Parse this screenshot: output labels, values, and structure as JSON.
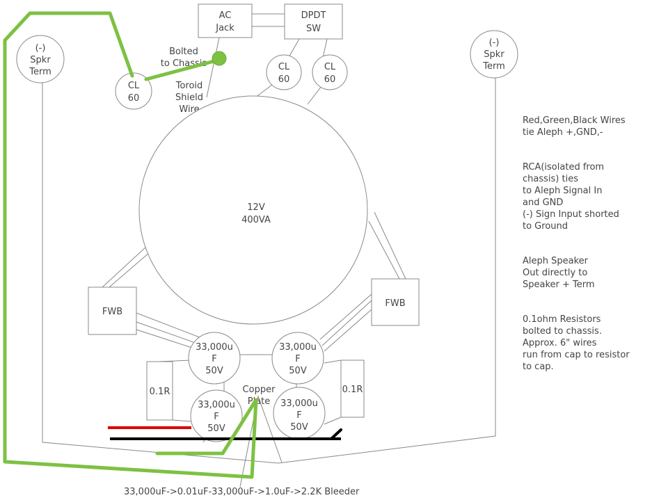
{
  "components": {
    "ac_jack": [
      "AC",
      "Jack"
    ],
    "dpdt_switch": [
      "DPDT",
      "SW"
    ],
    "bolted_label": [
      "Bolted",
      "to Chassis"
    ],
    "toroid_shield_label": [
      "Toroid",
      "Shield",
      "Wire"
    ],
    "cl60_left": [
      "CL",
      "60"
    ],
    "cl60_mid": [
      "CL",
      "60"
    ],
    "cl60_right": [
      "CL",
      "60"
    ],
    "spkr_term_left": [
      "(-)",
      "Spkr",
      "Term"
    ],
    "spkr_term_right": [
      "(-)",
      "Spkr",
      "Term"
    ],
    "transformer": [
      "12V",
      "400VA"
    ],
    "fwb_left": "FWB",
    "fwb_right": "FWB",
    "cap_top_left": [
      "33,000u",
      "F",
      "50V"
    ],
    "cap_top_right": [
      "33,000u",
      "F",
      "50V"
    ],
    "cap_bottom_left": [
      "33,000u",
      "F",
      "50V"
    ],
    "cap_bottom_right": [
      "33,000u",
      "F",
      "50V"
    ],
    "resistor_left": "0.1R",
    "resistor_right": "0.1R",
    "copper_plate": [
      "Copper",
      "Plate"
    ]
  },
  "bleeder_label": "33,000uF->0.01uF-33,000uF->1.0uF->2.2K Bleeder",
  "notes": [
    "Red,Green,Black Wires\n tie Aleph +,GND,-",
    "RCA(isolated from\nchassis) ties\nto Aleph Signal In\nand GND\n(-) Sign Input shorted\nto Ground",
    "Aleph Speaker\nOut directly to\nSpeaker + Term",
    "0.1ohm Resistors\nbolted to chassis.\nApprox. 6\" wires\nrun from cap to resistor\nto cap."
  ],
  "colors": {
    "ground_wire": "#7dc142",
    "positive_wire": "#e00000",
    "negative_wire": "#000000",
    "outline": "#888888"
  }
}
